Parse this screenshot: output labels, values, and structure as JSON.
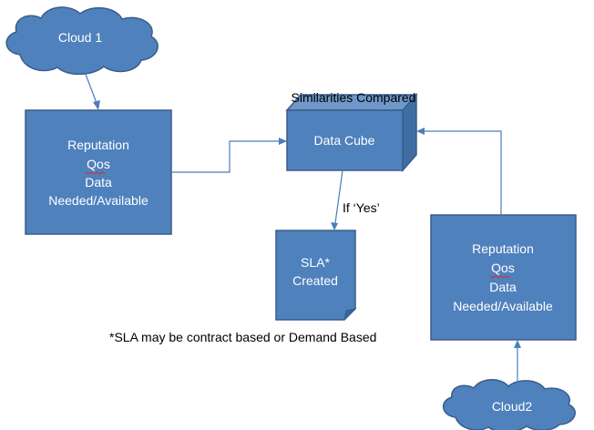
{
  "clouds": {
    "top": {
      "label": "Cloud 1"
    },
    "bottom": {
      "label": "Cloud2"
    }
  },
  "left_box": {
    "lines": [
      "Reputation",
      "Qos",
      "Data",
      "Needed/Available"
    ]
  },
  "right_box": {
    "lines": [
      "Reputation",
      "Qos",
      "Data",
      "Needed/Available"
    ]
  },
  "cube": {
    "caption": "Similarities Compared",
    "label": "Data Cube"
  },
  "decision": {
    "label": "If ‘Yes’"
  },
  "sla": {
    "lines": [
      "SLA*",
      "Created"
    ]
  },
  "footnote": "*SLA may be contract based or Demand Based",
  "colors": {
    "shape_fill": "#4f81bd",
    "shape_stroke": "#385d8a",
    "connector": "#4a7ebb",
    "misspelling_underline": "#d0312d"
  }
}
